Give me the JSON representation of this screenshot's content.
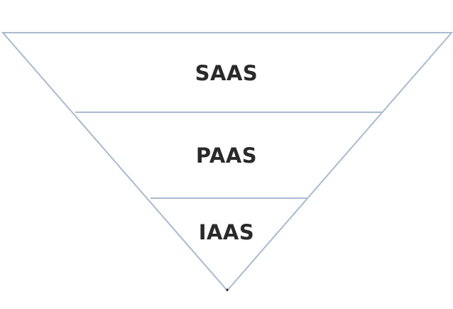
{
  "diagram": {
    "type": "inverted-pyramid",
    "layers": [
      {
        "label": "SAAS"
      },
      {
        "label": "PAAS"
      },
      {
        "label": "IAAS"
      }
    ],
    "colors": {
      "outline": "#a9bbd0",
      "text": "#2a2a2a",
      "background": "#ffffff"
    }
  }
}
